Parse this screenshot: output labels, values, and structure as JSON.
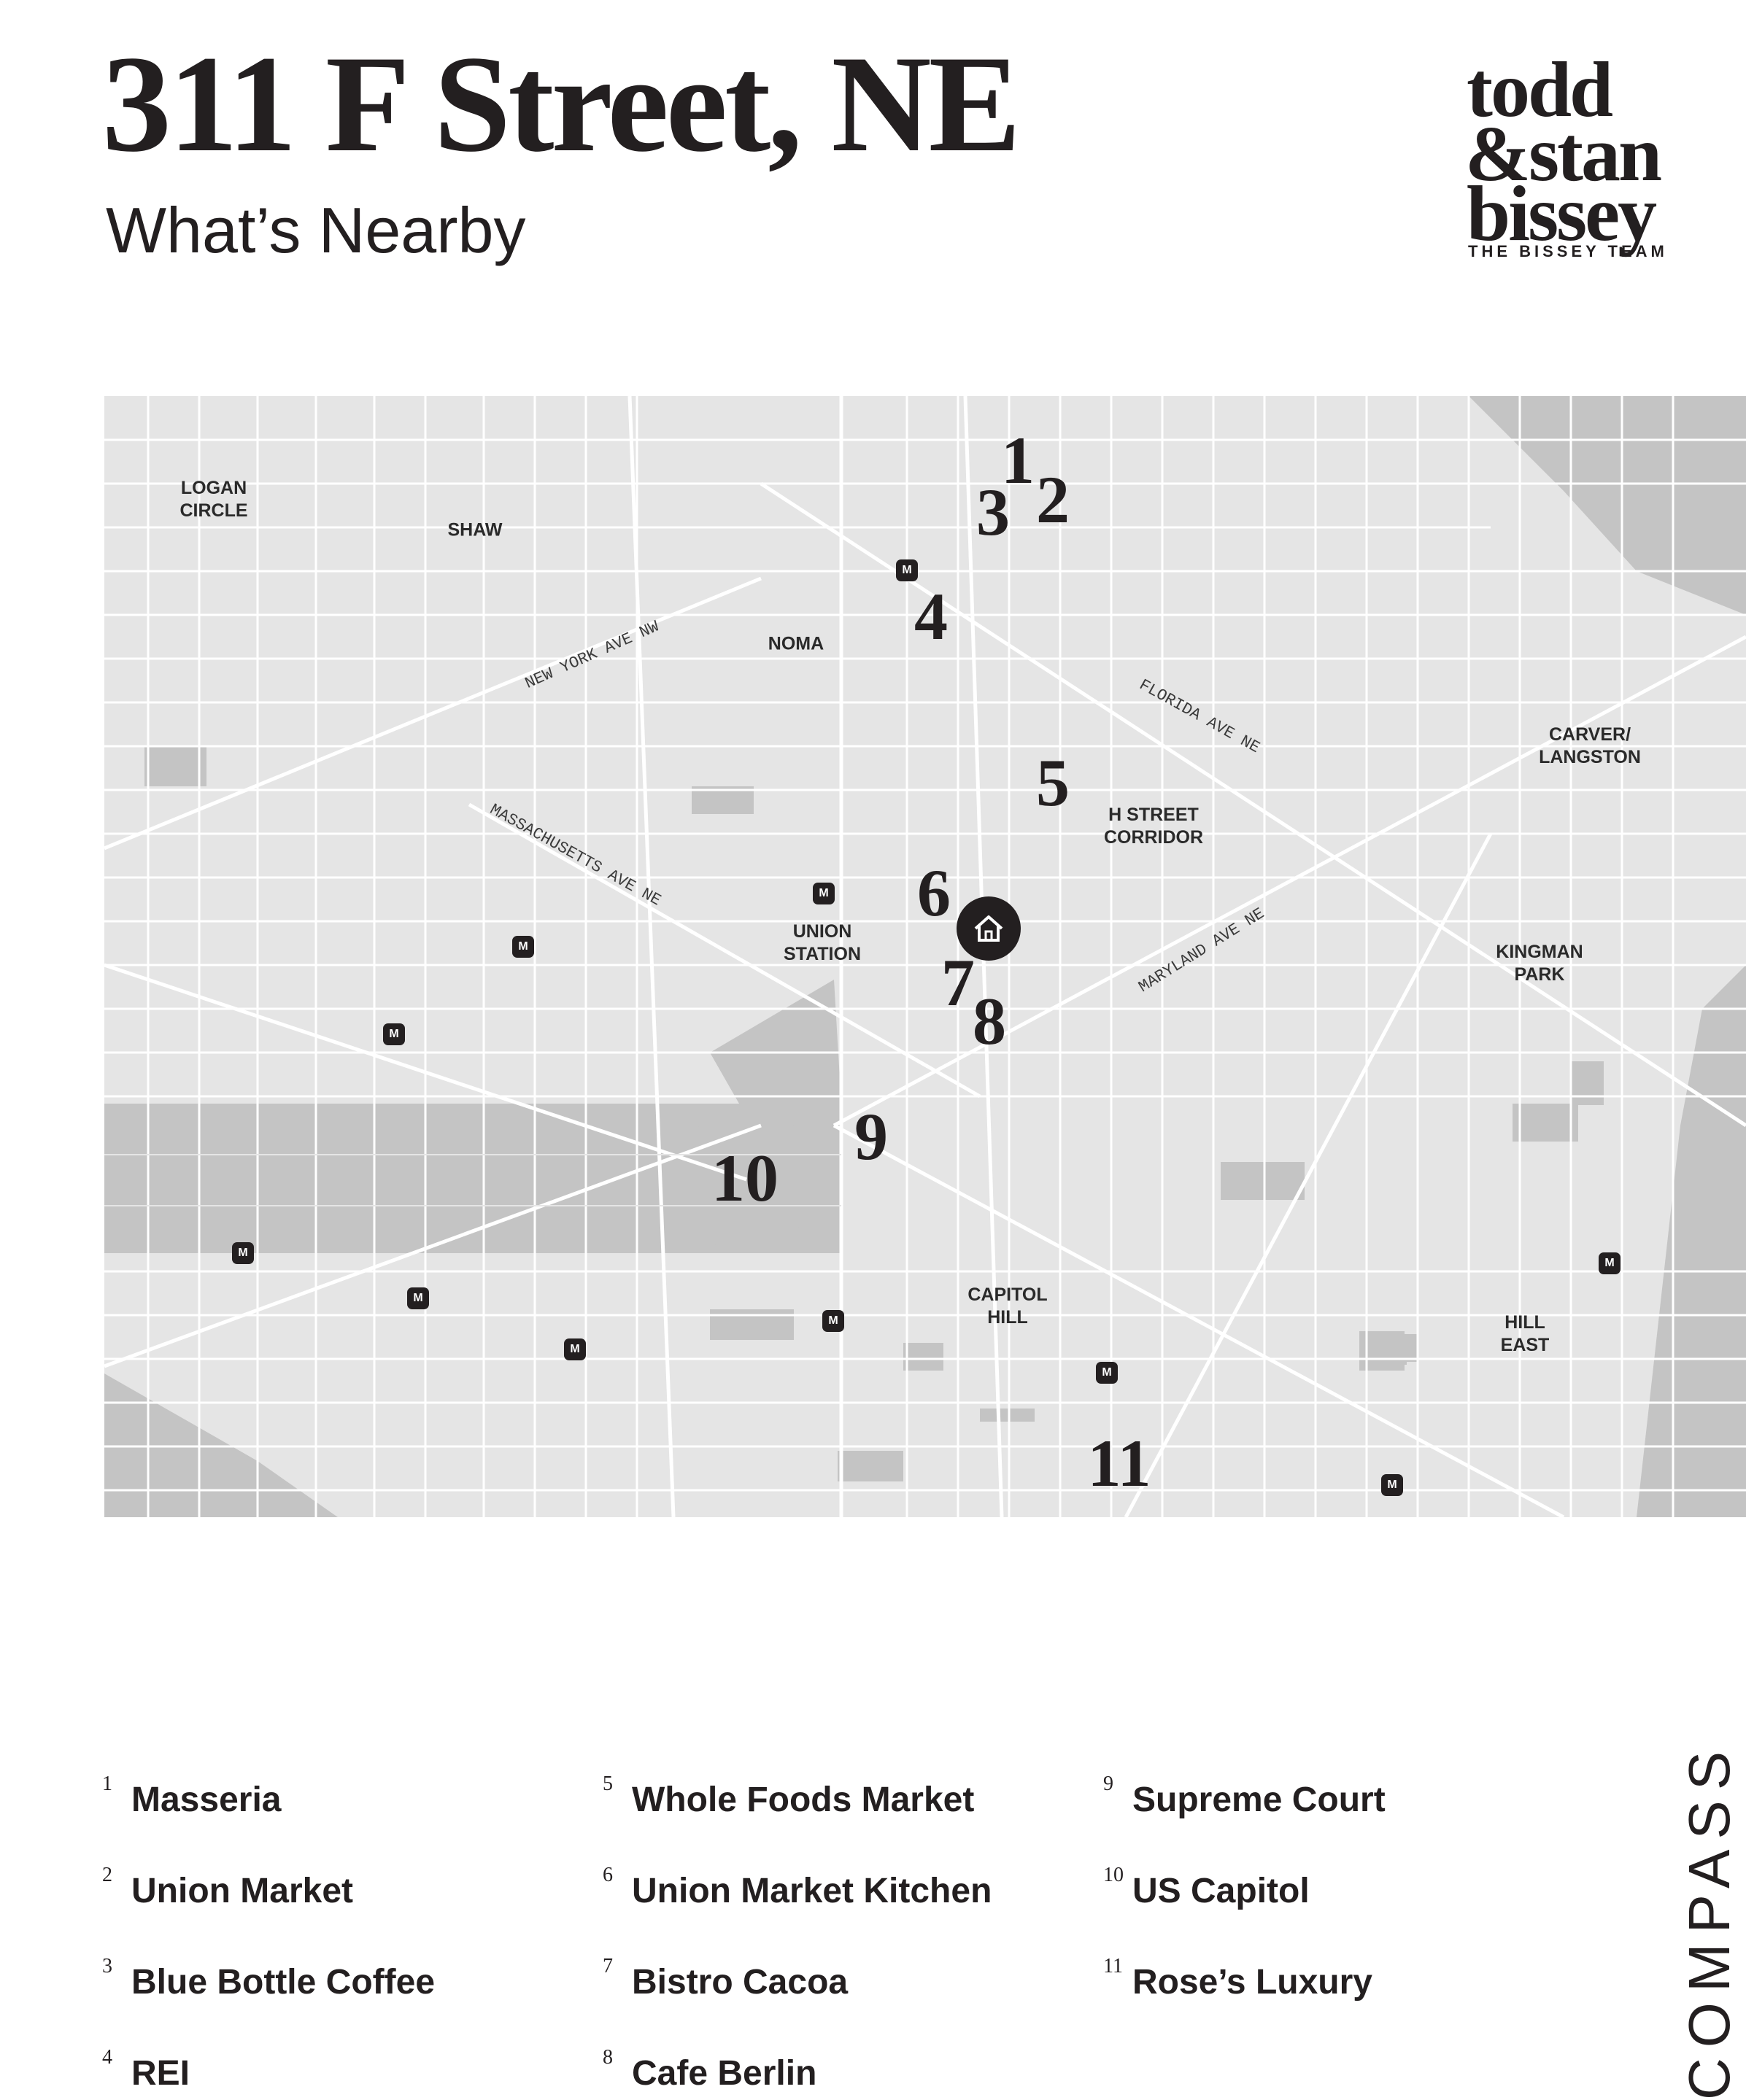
{
  "header": {
    "title": "311 F Street, NE",
    "subtitle": "What’s Nearby"
  },
  "logo": {
    "line1": "todd",
    "line2": "&stan",
    "line3": "bissey",
    "tagline": "THE BISSEY TEAM"
  },
  "map": {
    "neighborhoods": [
      {
        "id": "logan-circle",
        "label": "LOGAN\nCIRCLE"
      },
      {
        "id": "shaw",
        "label": "SHAW"
      },
      {
        "id": "noma",
        "label": "NOMA"
      },
      {
        "id": "h-street-corridor",
        "label": "H STREET\nCORRIDOR"
      },
      {
        "id": "carver-langston",
        "label": "CARVER/\nLANGSTON"
      },
      {
        "id": "union-station",
        "label": "UNION\nSTATION"
      },
      {
        "id": "kingman-park",
        "label": "KINGMAN\nPARK"
      },
      {
        "id": "capitol-hill",
        "label": "CAPITOL\nHILL"
      },
      {
        "id": "hill-east",
        "label": "HILL\nEAST"
      }
    ],
    "streets": [
      {
        "id": "new-york-ave",
        "label": "NEW YORK AVE NW"
      },
      {
        "id": "florida-ave",
        "label": "FLORIDA AVE NE"
      },
      {
        "id": "massachusetts-ave",
        "label": "MASSACHUSETTS AVE NE"
      },
      {
        "id": "maryland-ave",
        "label": "MARYLAND AVE NE"
      }
    ],
    "metro_label": "M",
    "metro_count": 11,
    "markers": [
      "1",
      "2",
      "3",
      "4",
      "5",
      "6",
      "7",
      "8",
      "9",
      "10",
      "11"
    ],
    "home_icon": "house-icon"
  },
  "legend": [
    {
      "num": "1",
      "name": "Masseria"
    },
    {
      "num": "2",
      "name": "Union Market"
    },
    {
      "num": "3",
      "name": "Blue Bottle Coffee"
    },
    {
      "num": "4",
      "name": "REI"
    },
    {
      "num": "5",
      "name": "Whole Foods Market"
    },
    {
      "num": "6",
      "name": "Union Market Kitchen"
    },
    {
      "num": "7",
      "name": "Bistro Cacoa"
    },
    {
      "num": "8",
      "name": "Cafe Berlin"
    },
    {
      "num": "9",
      "name": "Supreme Court"
    },
    {
      "num": "10",
      "name": "US Capitol"
    },
    {
      "num": "11",
      "name": "Rose’s Luxury"
    }
  ],
  "footer": {
    "brand": "COMPASS"
  },
  "colors": {
    "ink": "#231f20",
    "map_bg": "#e5e5e5",
    "park": "#c4c4c4",
    "road": "#ffffff"
  }
}
